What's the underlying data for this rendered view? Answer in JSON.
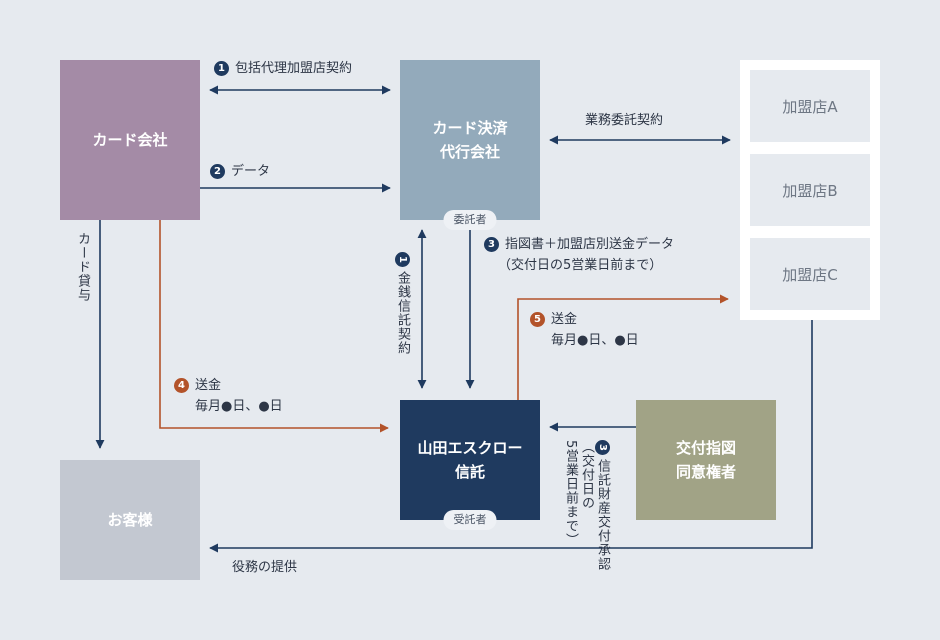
{
  "nodes": {
    "card_company": {
      "label": "カード会社",
      "color": "#a48ba6"
    },
    "payment_agent": {
      "line1": "カード決済",
      "line2": "代行会社",
      "badge": "委託者",
      "color": "#93aabb"
    },
    "trust": {
      "line1": "山田エスクロー",
      "line2": "信託",
      "badge": "受託者",
      "color": "#1f3a5f"
    },
    "customer": {
      "label": "お客様",
      "color": "#c3c8d1"
    },
    "approver": {
      "line1": "交付指図",
      "line2": "同意権者",
      "color": "#a1a386"
    },
    "merchants": [
      "加盟店A",
      "加盟店B",
      "加盟店C"
    ]
  },
  "labels": {
    "agency_contract": {
      "num": "1",
      "text": "包括代理加盟店契約"
    },
    "data": {
      "num": "2",
      "text": "データ"
    },
    "outsourcing": {
      "text": "業務委託契約"
    },
    "instruction": {
      "num": "3",
      "line1": "指図書＋加盟店別送金データ",
      "line2": "（交付日の5営業日前まで）"
    },
    "remit_merchant": {
      "num": "5",
      "line1": "送金",
      "line2": "毎月●日、●日"
    },
    "remit_trust": {
      "num": "4",
      "line1": "送金",
      "line2": "毎月●日、●日"
    },
    "money_trust": {
      "num": "1",
      "text": "金銭信託契約"
    },
    "card_loan": {
      "text": "カード貸与"
    },
    "approval": {
      "num": "3",
      "line1": "信託財産交付承認",
      "line2": "（交付日の",
      "line3": "5営業日前まで）"
    },
    "service": {
      "text": "役務の提供"
    }
  },
  "colors": {
    "navy": "#1f3a5f",
    "orange": "#b3532a",
    "background": "#e6eaef"
  }
}
